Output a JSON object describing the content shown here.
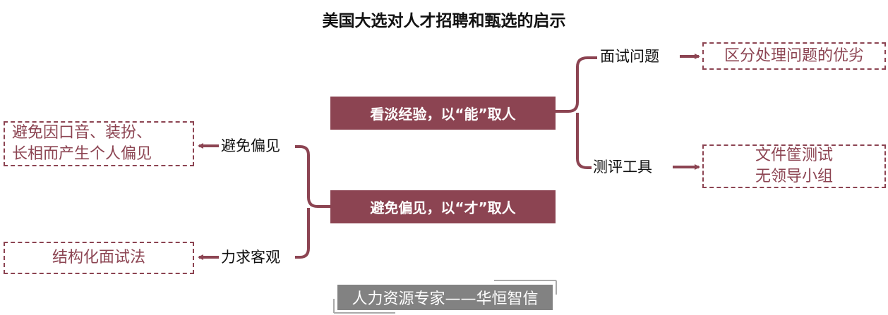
{
  "title": "美国大选对人才招聘和甄选的启示",
  "colors": {
    "accent": "#8c4452",
    "footer": "#828282"
  },
  "branch_top": {
    "main": "看淡经验，以“能”取人",
    "items": [
      {
        "label": "面试问题",
        "detail": [
          "区分处理问题的优劣"
        ]
      },
      {
        "label": "测评工具",
        "detail": [
          "文件筐测试",
          "无领导小组"
        ]
      }
    ]
  },
  "branch_bottom": {
    "main": "避免偏见，以“才”取人",
    "items": [
      {
        "label": "避免偏见",
        "detail": [
          "避免因口音、装扮、",
          "长相而产生个人偏见"
        ]
      },
      {
        "label": "力求客观",
        "detail": [
          "结构化面试法"
        ]
      }
    ]
  },
  "footer": "人力资源专家——华恒智信"
}
